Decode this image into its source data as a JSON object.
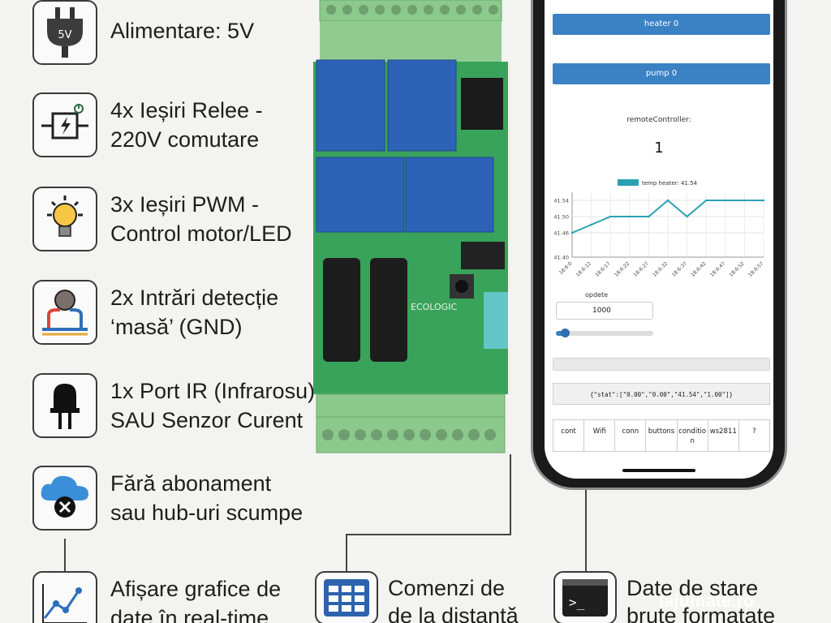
{
  "features": [
    {
      "icon": "power-plug-icon",
      "lines": [
        "Alimentare: 5V"
      ],
      "icon_text": "5V"
    },
    {
      "icon": "relay-icon",
      "lines": [
        "4x Ieșiri Relee -",
        "220V comutare"
      ]
    },
    {
      "icon": "light-bulb-icon",
      "lines": [
        "3x Ieșiri PWM -",
        "Control motor/LED"
      ]
    },
    {
      "icon": "ground-sensor-icon",
      "lines": [
        "2x Intrări detecție",
        "‘masă’ (GND)"
      ]
    },
    {
      "icon": "led-diode-icon",
      "lines": [
        "1x Port IR (Infrarosu)",
        "SAU Senzor Curent"
      ]
    },
    {
      "icon": "cloud-no-icon",
      "lines": [
        "Fără abonament",
        "sau hub-uri scumpe"
      ]
    },
    {
      "icon": "line-chart-icon",
      "lines": [
        "Afișare grafice de",
        "date în real-time"
      ]
    }
  ],
  "bottom": [
    {
      "icon": "keypad-icon",
      "lines": [
        "Comenzi de",
        "de la distanță"
      ]
    },
    {
      "icon": "terminal-icon",
      "lines": [
        "Date de stare",
        "brute formatate"
      ]
    }
  ],
  "board": {
    "brand": "ECOLOGIC"
  },
  "phone": {
    "buttons": [
      "heater 0",
      "pump 0"
    ],
    "controller_label": "remoteController:",
    "controller_value": "1",
    "chart_legend": "temp heater: 41.54",
    "update_label": "opdete",
    "update_value": "1000",
    "slider_fraction": 0.08,
    "status_json": "{\"stat\":[\"0.00\",\"0.00\",\"41.54\",\"1.00\"]}",
    "tabs": [
      "cont",
      "Wifi",
      "conn",
      "buttons",
      "condition",
      "ws2811",
      "?"
    ]
  },
  "chart_data": {
    "type": "line",
    "x": [
      "18:6:0",
      "18:6:12",
      "18:6:17",
      "18:6:22",
      "18:6:27",
      "18:6:32",
      "18:6:37",
      "18:6:42",
      "18:6:47",
      "18:6:52",
      "18:6:57"
    ],
    "series": [
      {
        "name": "temp heater: 41.54",
        "values": [
          41.46,
          41.48,
          41.5,
          41.5,
          41.5,
          41.54,
          41.5,
          41.54,
          41.54,
          41.54,
          41.54
        ]
      }
    ],
    "yticks": [
      "41.54",
      "41.50",
      "41.46",
      "41.40"
    ],
    "xticks": [
      "18:6:0",
      "18:6:12",
      "18:6:17",
      "18:6:22",
      "18:6:27",
      "18:6:32",
      "18:6:37",
      "18:6:42",
      "18:6:47",
      "18:6:52",
      "18:6:57"
    ],
    "ylim": [
      41.4,
      41.56
    ],
    "grid": true,
    "color": "#2aa0b4"
  },
  "watermark": "lajumate.ro",
  "colors": {
    "board": "#39a35b",
    "terminal": "#8cc98c",
    "relay": "#2e62b6",
    "button": "#3a82c4"
  }
}
